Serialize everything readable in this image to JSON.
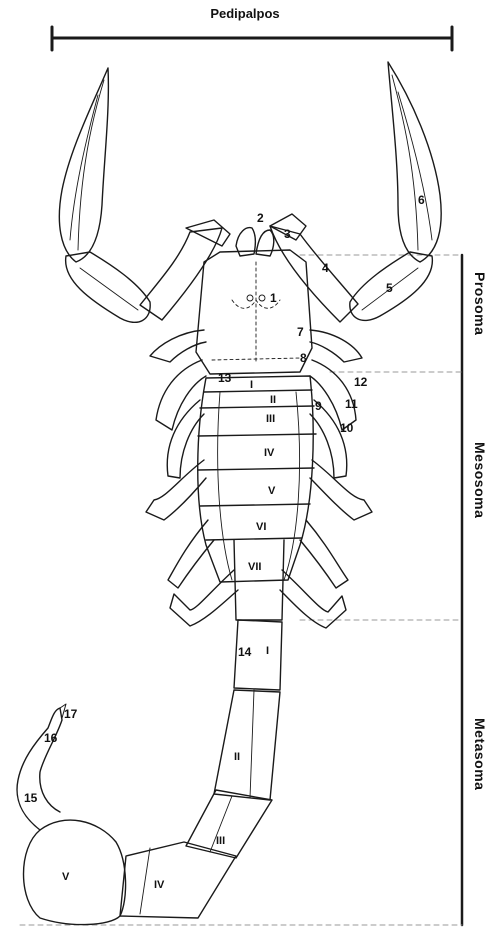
{
  "title": "Pedipalpos",
  "regions": {
    "prosoma": "Prosoma",
    "mesosoma": "Mesosoma",
    "metasoma": "Metasoma"
  },
  "numbers": {
    "n1": "1",
    "n2": "2",
    "n3": "3",
    "n4": "4",
    "n5": "5",
    "n6": "6",
    "n7": "7",
    "n8": "8",
    "n9": "9",
    "n10": "10",
    "n11": "11",
    "n12": "12",
    "n13": "13",
    "n14": "14",
    "n15": "15",
    "n16": "16",
    "n17": "17"
  },
  "mesosoma_segments": {
    "i": "I",
    "ii": "II",
    "iii": "III",
    "iv": "IV",
    "v": "V",
    "vi": "VI",
    "vii": "VII"
  },
  "metasoma_segments": {
    "i": "I",
    "ii": "II",
    "iii": "III",
    "iv": "IV",
    "v": "V"
  }
}
